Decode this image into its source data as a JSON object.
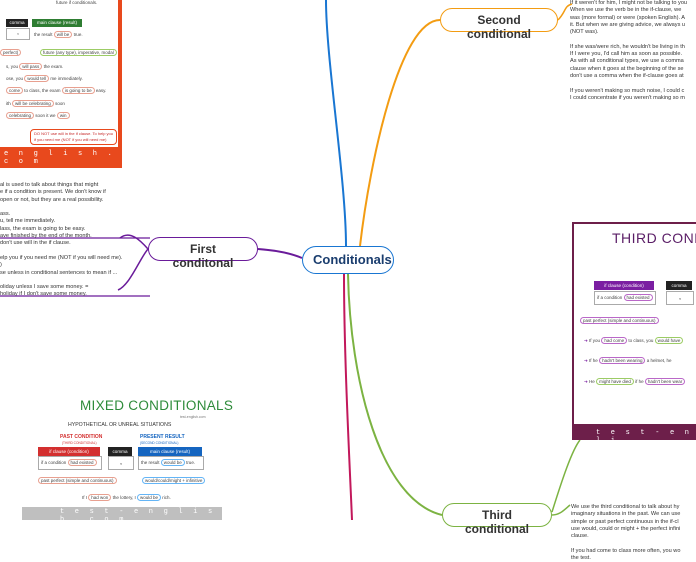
{
  "central": {
    "label": "Conditionals"
  },
  "branches": {
    "second": {
      "label": "Second conditional",
      "color": "#f39c12"
    },
    "first": {
      "label": "First conditonal",
      "color": "#6a1b9a"
    },
    "third": {
      "label": "Third conditional",
      "color": "#7cb342"
    },
    "top_line_color": "#1976d2",
    "bottom_line_color": "#c2185b"
  },
  "second_notes": [
    "If it weren't for him, I might not be talking to you",
    "When we use the verb be in the if-clause, we",
    "was (more formal) or were (spoken English). A",
    "it. But when we are giving advice, we always u",
    "(NOT was).",
    "",
    "If she was/were rich, he wouldn't be living in th",
    "If I were you, I'd call him as soon as possible.",
    "As with all conditional types, we use a comma",
    "clause when it goes at the beginning of the se",
    "don't use a comma when the if-clause goes at",
    "",
    "If you weren't making so much noise, I could c",
    "I could concentrate if you weren't making so m"
  ],
  "first_notes": [
    "al is used to talk about things that might",
    "e if a condition is present. We don't know if",
    "open or not, but they are a real possibility.",
    "",
    "ass.",
    "u, tell me immediately.",
    "lass, the exam is going to be easy.",
    "ave finished by the end of the month.",
    "don't use will in the if clause.",
    "",
    "elp you if you need me (NOT if you will need me).",
    ")",
    "se unless in conditional sentences to mean if ...",
    "",
    "oliday unless I save some money. =",
    "holiday if I don't save some money."
  ],
  "third_notes": [
    "We use the third conditional to talk about hy",
    "imaginary situations in the past. We can use",
    "simple or past perfect continuous in the if-cl",
    "use would, could or might + the perfect infini",
    "clause.",
    "",
    "If you had come to class more often, you wo",
    "the test."
  ],
  "first_card": {
    "top_note_1": "future if conditionals.",
    "comma_label": "comma",
    "comma_symbol": ",",
    "main_clause": "main clause (result)",
    "result_text": "the result",
    "will_word": "will be",
    "true_word": "true.",
    "perfect_text": "perfect)",
    "future_forms": "future (any type), imperative, modal",
    "ex1_a": "s, you",
    "ex1_will": "will pass",
    "ex1_b": "the exam.",
    "ex2_a": "ose, you",
    "ex2_will": "would tell",
    "ex2_b": "me immediately.",
    "ex3_a": "come",
    "ex3_b": "to class, the exam",
    "ex3_will": "is going to be",
    "ex3_c": "easy.",
    "ex4_a": "ith",
    "ex4_will": "will be celebrating",
    "ex4_b": "soon",
    "ex5_a": "celebrating",
    "ex5_b": "soon it we",
    "ex5_will": "win",
    "warn_1": "DO NOT use will in the if clause. To help you",
    "warn_2": "if you need me (NOT if you will need me)",
    "footer": "e n g l i s h . c o m",
    "color": "#e8491d"
  },
  "third_card": {
    "title": "THIRD CONDI",
    "if_clause": "if clause (condition)",
    "if_example": "if a condition",
    "had_word": "had existed",
    "comma_label": "comma",
    "comma_symbol": ",",
    "tense": "past perfect (simple and continuous)",
    "wo": "wo",
    "ex1_a": "If you",
    "ex1_had": "had come",
    "ex1_b": "to class, you",
    "ex1_would": "would have",
    "ex2_a": "If he",
    "ex2_had": "hadn't been wearing",
    "ex2_b": "a helmet, he",
    "ex3_a": "He",
    "ex3_would": "might have died",
    "ex3_b": "if he",
    "ex3_had": "hadn't been wear",
    "footer": "t e s t - e n g l i",
    "color": "#6d1f4a",
    "accent": "#7b1fa2"
  },
  "mixed_card": {
    "title": "MIXED CONDITIONALS",
    "subtitle": "test-english.com",
    "caption": "HYPOTHETICAL OR UNREAL SITUATIONS",
    "past_head": "PAST CONDITION",
    "past_sub": "(THIRD CONDITIONAL)",
    "present_head": "PRESENT RESULT",
    "present_sub": "(SECOND CONDITIONAL)",
    "if_clause": "if clause (condition)",
    "comma_label": "comma",
    "comma_symbol": ",",
    "main_clause": "main clause (result)",
    "if_example": "if a condition",
    "had_word": "had existed",
    "result_text": "the result",
    "would_word": "would be",
    "true_word": "true.",
    "tense_left": "past perfect (simple and continuous)",
    "tense_right": "would/could/might + infinitive",
    "ex_a": "If I",
    "ex_had": "had won",
    "ex_b": "the lottery, I",
    "ex_would": "would be",
    "ex_c": "rich.",
    "footer": "t e s t - e n g l i s h . c o m",
    "accent_red": "#d32f2f",
    "accent_blue": "#1565c0"
  }
}
